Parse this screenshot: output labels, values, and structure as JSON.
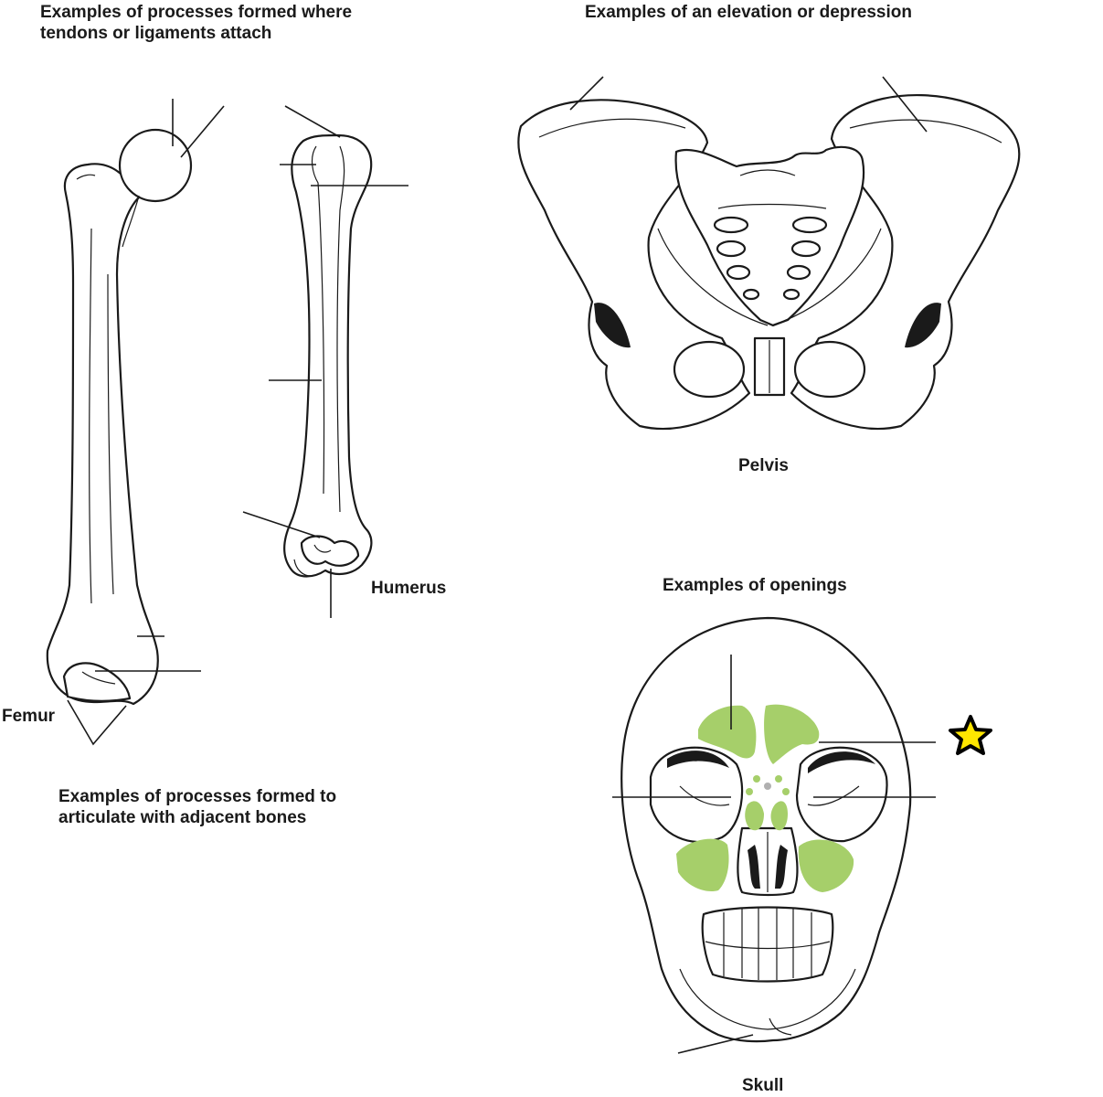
{
  "headings": {
    "ligaments": "Examples of processes formed where\ntendons or ligaments attach",
    "elevation": "Examples of an elevation or depression",
    "articulate": "Examples of processes formed to\narticulate with adjacent bones",
    "openings": "Examples of openings"
  },
  "labels": {
    "femur": "Femur",
    "humerus": "Humerus",
    "pelvis": "Pelvis",
    "skull": "Skull"
  },
  "colors": {
    "sinus_fill": "#a6cf6a",
    "star_fill": "#ffe600",
    "star_stroke": "#000000"
  },
  "icons": {
    "marker": "star-icon"
  }
}
